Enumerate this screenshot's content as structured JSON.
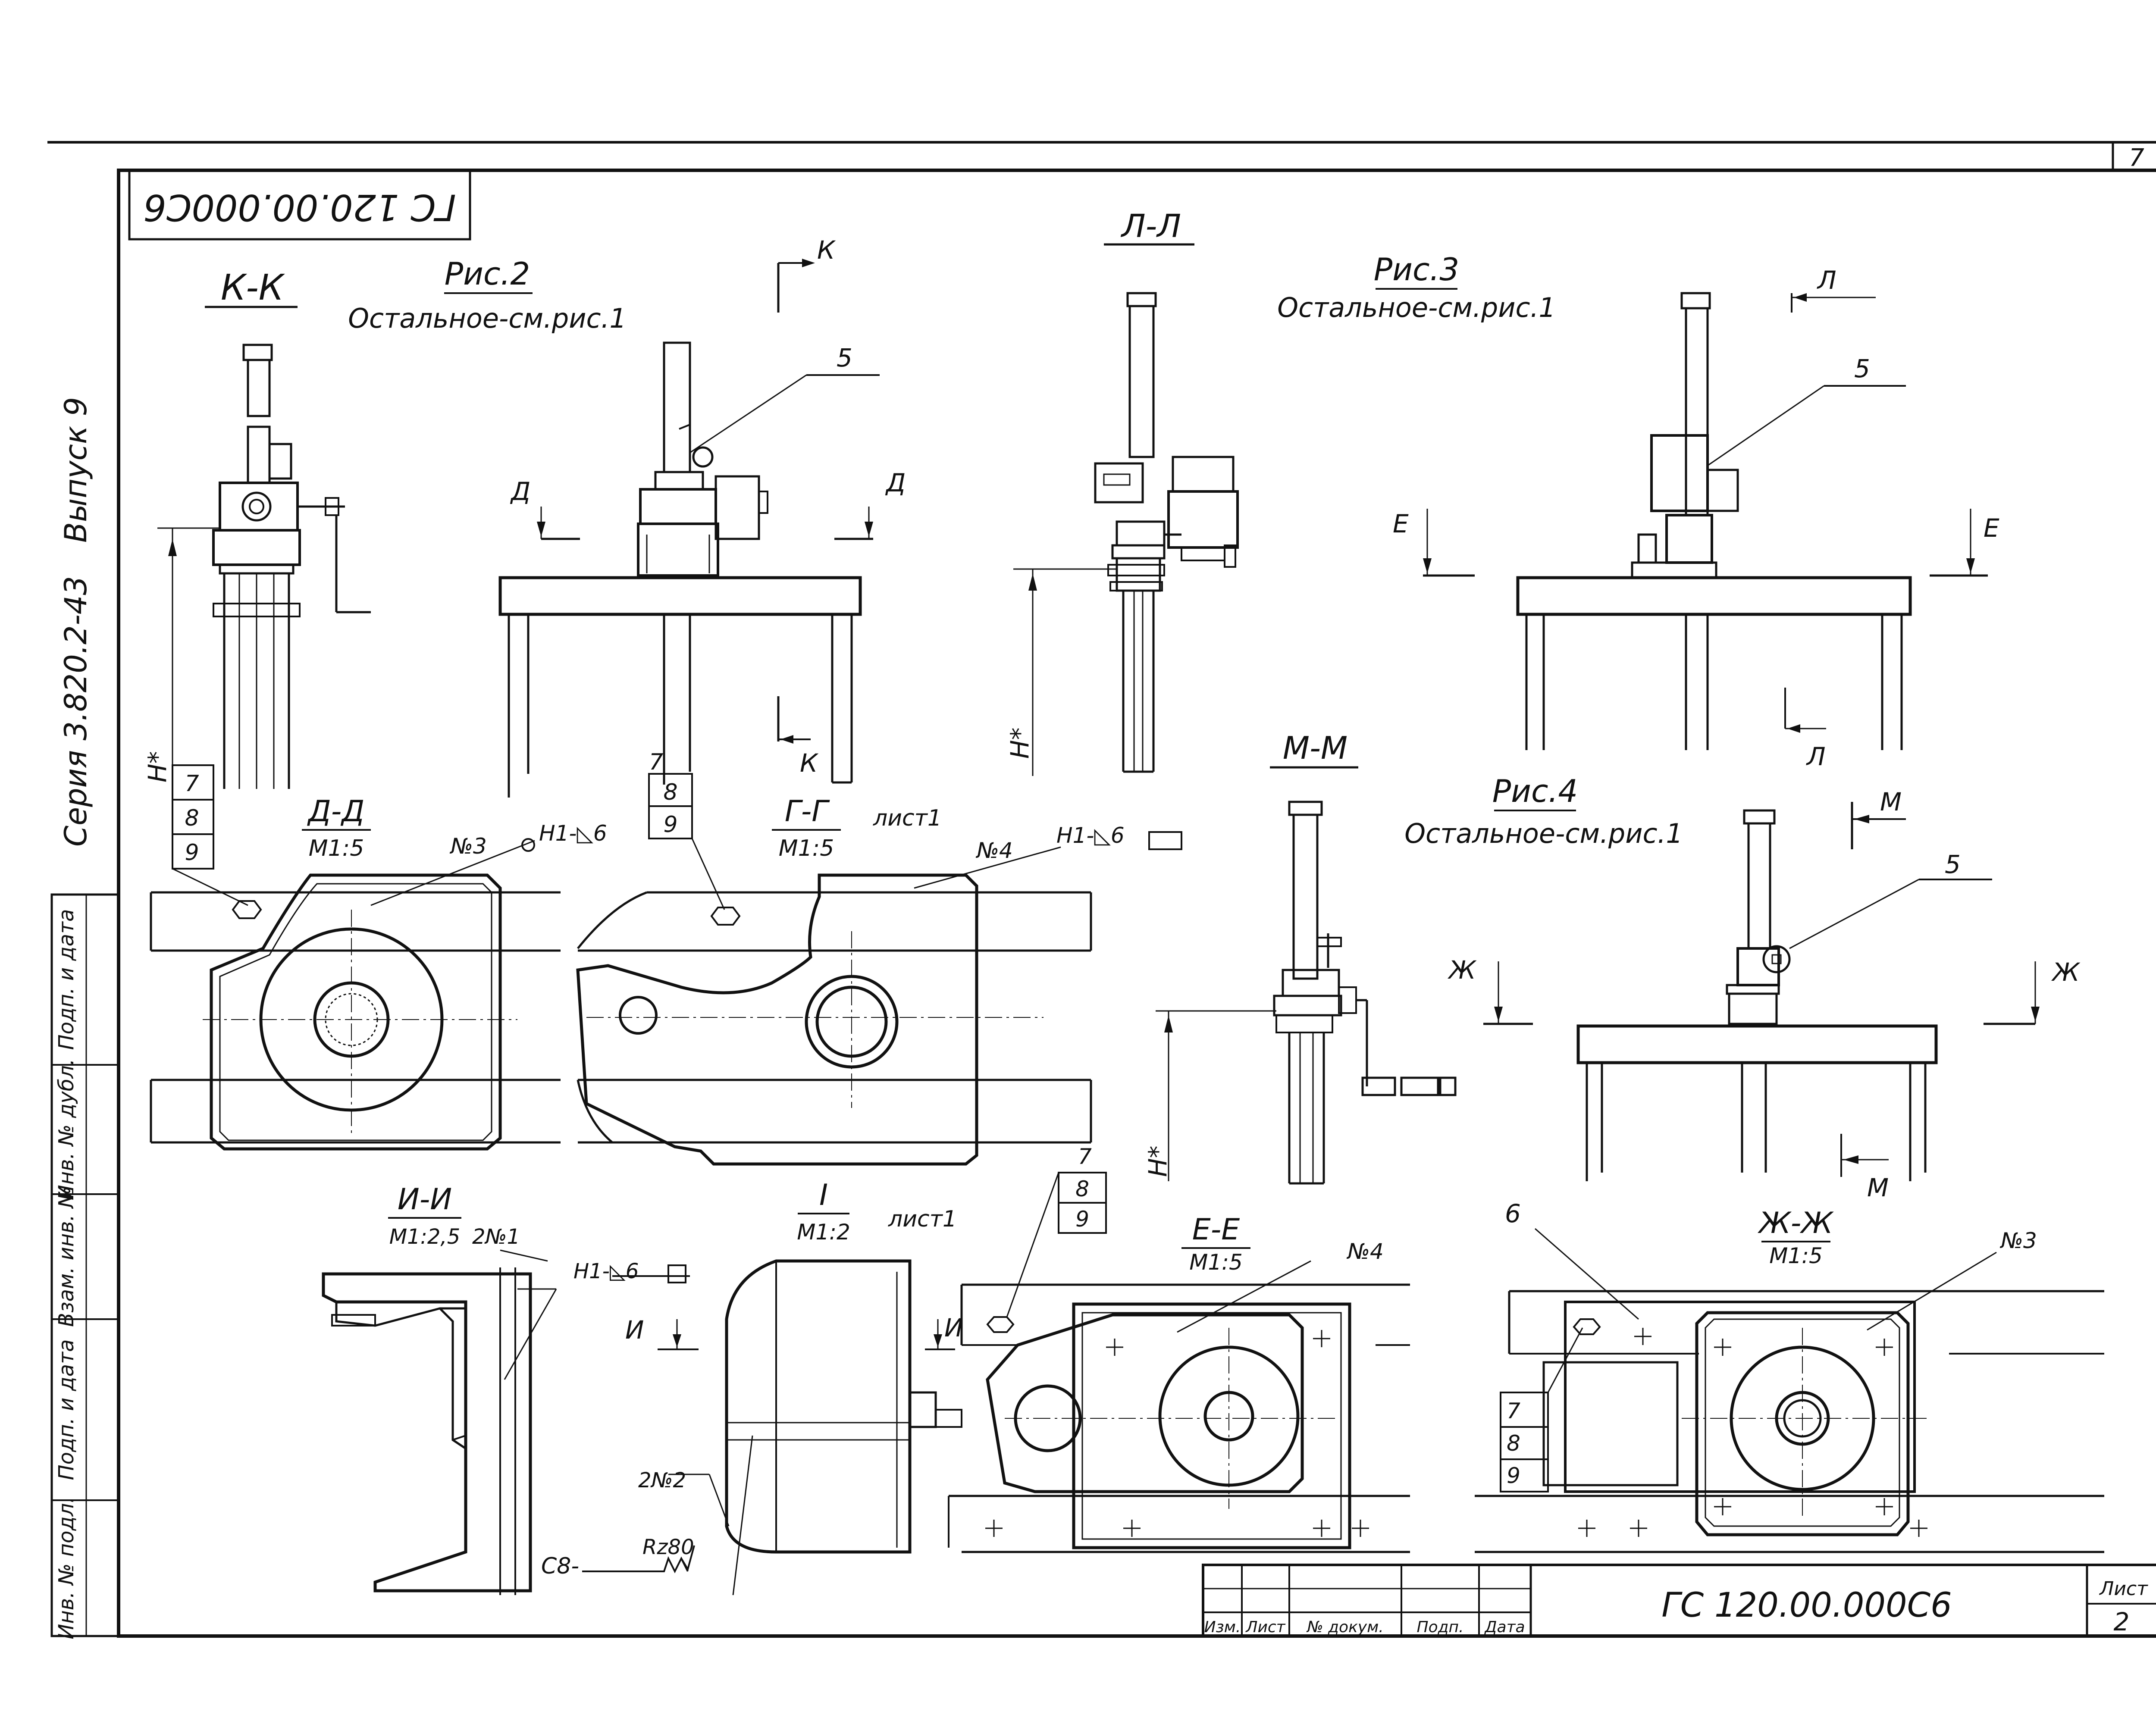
{
  "sheet": {
    "top_right_number": "7",
    "inverted_code": "ГС 120.00.000С6",
    "title_block": {
      "code": "ГС 120.00.000С6",
      "sheet_label": "Лист",
      "sheet_number": "2",
      "headers": [
        "Изм.",
        "Лист",
        "№ докум.",
        "Подп.",
        "Дата"
      ]
    },
    "side_margin": {
      "series": "Серия 3.820.2-43",
      "issue": "Выпуск 9",
      "stamps": [
        "Подп. и дата",
        "Инв. № дубл.",
        "Взам. инв. №",
        "Подп. и дата",
        "Инв. № подл."
      ]
    }
  },
  "figures": {
    "fig2": {
      "title": "Рис.2",
      "note": "Остальное-см.рис.1"
    },
    "fig3": {
      "title": "Рис.3",
      "note": "Остальное-см.рис.1"
    },
    "fig4": {
      "title": "Рис.4",
      "note": "Остальное-см.рис.1"
    }
  },
  "sections": {
    "kk": "К-К",
    "ll": "Л-Л",
    "mm": "М-М",
    "dd": {
      "name": "Д-Д",
      "scale": "М1:5"
    },
    "gg": {
      "name": "Г-Г",
      "scale": "М1:5",
      "note": "лист1"
    },
    "ii": {
      "name": "И-И",
      "scale": "М1:2,5"
    },
    "detail": {
      "name": "I",
      "scale": "М1:2",
      "note": "лист1"
    },
    "ee": {
      "name": "Е-Е",
      "scale": "М1:5"
    },
    "zhzh": {
      "name": "Ж-Ж",
      "scale": "М1:5"
    }
  },
  "labels": {
    "k": "К",
    "l": "Л",
    "m": "М",
    "d": "Д",
    "e": "Е",
    "zh": "Ж",
    "i": "И",
    "h_star": "H*",
    "n7": "7",
    "n8": "8",
    "n9": "9",
    "n5": "5",
    "n6": "6",
    "weld_h1_6": "H1-◺6",
    "weld_n3": "№3",
    "weld_n4": "№4",
    "weld_2n1": "2№1",
    "weld_2n2": "2№2",
    "c8": "C8-",
    "rz80": "Rz80"
  }
}
